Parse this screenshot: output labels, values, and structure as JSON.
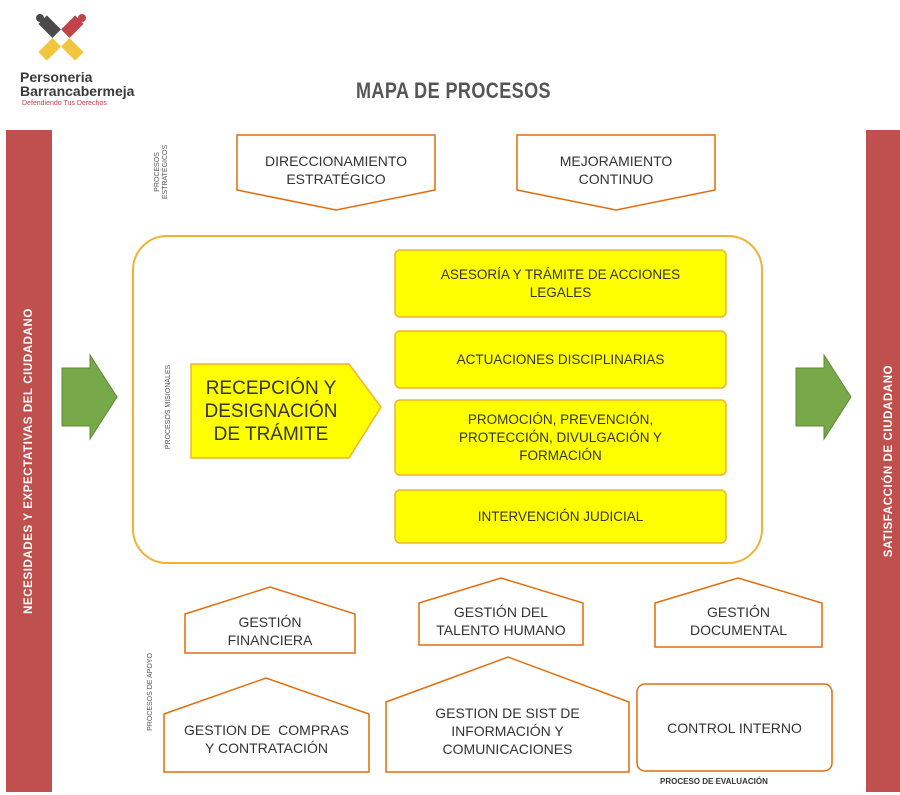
{
  "header": {
    "brand_line1": "Personeria",
    "brand_line2": "Barrancabermeja",
    "brand_tagline": "Defendiendo Tus Derechos",
    "title": "MAPA DE PROCESOS"
  },
  "side_labels": {
    "left": "NECESIDADES Y EXPECTATIVAS DEL CIUDADANO",
    "right": "SATISFACCIÓN DE CIUDADANO"
  },
  "strategic": {
    "group_label_l1": "PROCESOS",
    "group_label_l2": "ESTRATÉGICOS",
    "items": [
      {
        "line1": "DIRECCIONAMIENTO",
        "line2": "ESTRATÉGICO"
      },
      {
        "line1": "MEJORAMIENTO",
        "line2": "CONTINUO"
      }
    ]
  },
  "missional": {
    "group_label": "PROCESOS MISIONALES",
    "entry": {
      "line1": "RECEPCIÓN Y",
      "line2": "DESIGNACIÓN",
      "line3": "DE TRÁMITE"
    },
    "items": [
      {
        "line1": "ASESORÍA Y TRÁMITE DE ACCIONES",
        "line2": "LEGALES"
      },
      {
        "line1": "ACTUACIONES DISCIPLINARIAS"
      },
      {
        "line1": "PROMOCIÓN, PREVENCIÓN,",
        "line2": "PROTECCIÓN, DIVULGACIÓN Y",
        "line3": "FORMACIÓN"
      },
      {
        "line1": "INTERVENCIÓN JUDICIAL"
      }
    ]
  },
  "support": {
    "group_label": "PROCESOS DE APOYO",
    "items": [
      {
        "line1": "GESTIÓN",
        "line2": "FINANCIERA"
      },
      {
        "line1": "GESTIÓN DEL",
        "line2": "TALENTO HUMANO"
      },
      {
        "line1": "GESTIÓN",
        "line2": "DOCUMENTAL"
      },
      {
        "line1": "GESTION DE  COMPRAS",
        "line2": "Y CONTRATACIÓN"
      },
      {
        "line1": "GESTION DE SIST DE",
        "line2": "INFORMACIÓN Y",
        "line3": "COMUNICACIONES"
      }
    ]
  },
  "evaluation": {
    "item": "CONTROL INTERNO",
    "caption": "PROCESO DE EVALUACIÓN"
  },
  "colors": {
    "sidebar": "#c0504d",
    "arrow_green": "#77a94a",
    "orange_outline": "#e46c0a",
    "gold_outline": "#f2b134",
    "yellow_fill": "#ffff00"
  }
}
